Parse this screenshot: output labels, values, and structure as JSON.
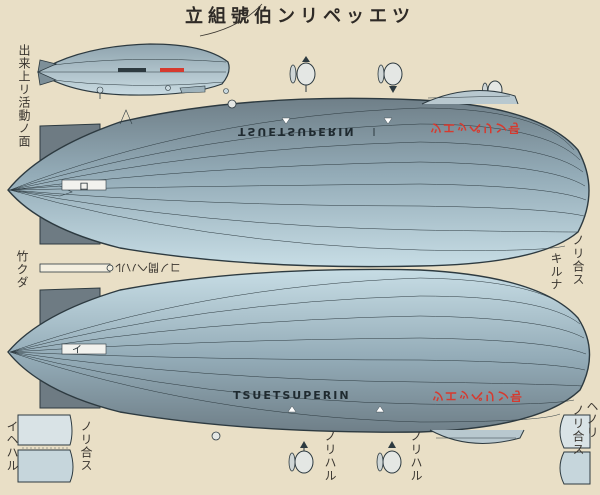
{
  "title": "立組號伯ンリペッエツ",
  "labels": {
    "small_airship": "出来上リ活動ノ面",
    "bamboo": "竹クダ",
    "bamboo_hole": "コノ間ヘハル",
    "glue_right_top": "ノリ合ス",
    "glue_right_top_cut": "キルナ",
    "glue_right_bottom": "ノリ合ス",
    "glue_right_bottom_b": "ヘノリ",
    "glue_left_bottom": "ノリ合ス",
    "glue_left_bottom_b": "イヘハル",
    "glue_bottom_1": "ノリハル",
    "glue_bottom_2": "ノリハル"
  },
  "hull_top": {
    "name_upright": "TSUETSUPERIN",
    "name_mirrored": "TSUETSUPERIN",
    "marks": [
      "ロ",
      "ハ"
    ],
    "japanese_name_color": "#d63a2f"
  },
  "hull_bottom": {
    "name": "TSUETSUPERIN",
    "marks": [
      "イ"
    ],
    "japanese_name_color": "#d63a2f"
  },
  "colors": {
    "paper": "#e9dfc6",
    "hull_light": "#b9d2dc",
    "hull_dark": "#6f7f88",
    "line": "#2d3a40",
    "accent_red": "#d63a2f"
  }
}
